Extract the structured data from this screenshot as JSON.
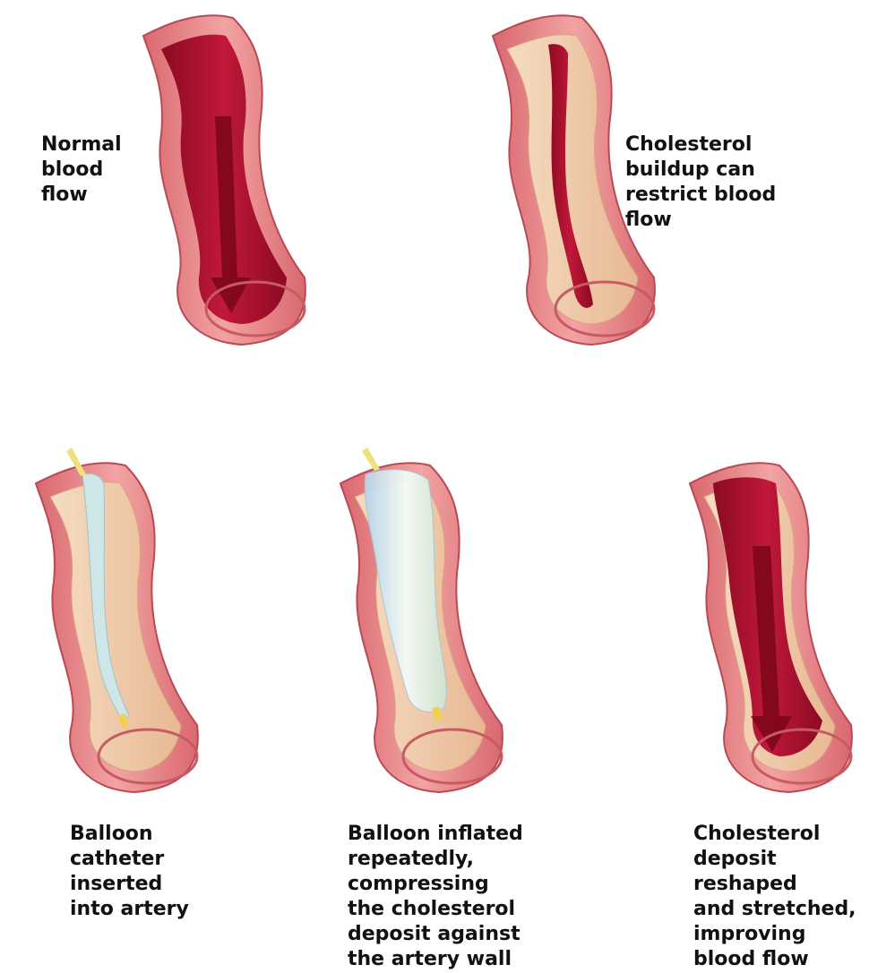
{
  "panels": [
    {
      "id": "normal",
      "label_lines": [
        "Normal",
        "blood",
        "flow"
      ]
    },
    {
      "id": "buildup",
      "label_lines": [
        "Cholesterol",
        "buildup can",
        "restrict blood",
        "flow"
      ]
    },
    {
      "id": "balloon-inserted",
      "label_lines": [
        "Balloon",
        "catheter",
        "inserted",
        "into artery"
      ]
    },
    {
      "id": "balloon-inflated",
      "label_lines": [
        "Balloon inflated",
        "repeatedly,",
        "compressing",
        "the cholesterol",
        "deposit against",
        "the artery wall"
      ]
    },
    {
      "id": "reshaped",
      "label_lines": [
        "Cholesterol",
        "deposit",
        "reshaped",
        "and stretched,",
        "improving",
        "blood flow"
      ]
    }
  ],
  "colors": {
    "artery_wall": "#e8848a",
    "artery_wall_dark": "#c85a62",
    "blood": "#b3102e",
    "blood_dark": "#8c0a22",
    "plaque": "#f2d2b4",
    "balloon": "#cfe6e8",
    "catheter_tip": "#f0e07a"
  }
}
